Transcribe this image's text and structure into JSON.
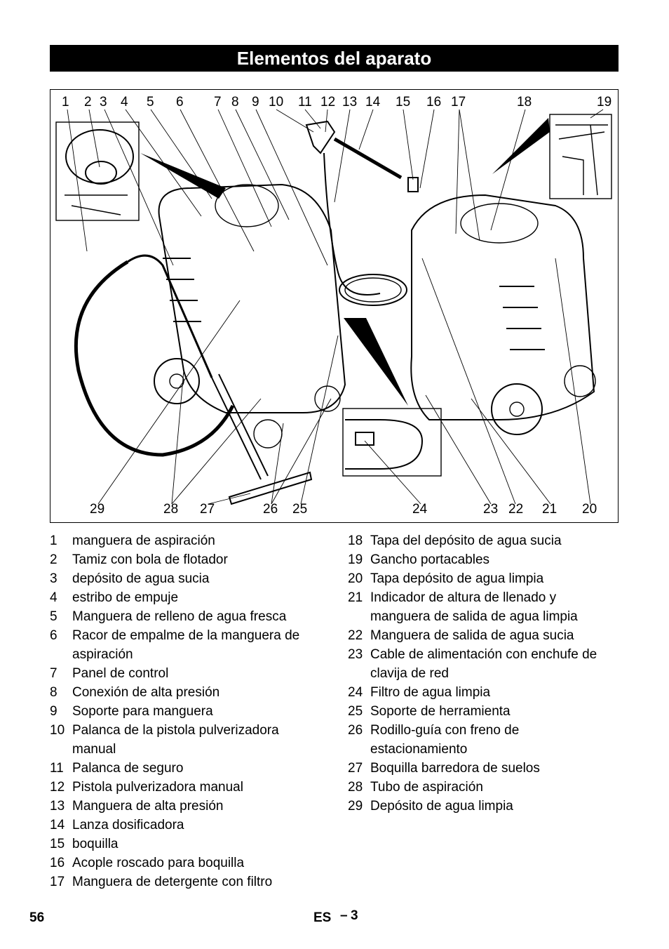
{
  "header": {
    "title": "Elementos del aparato"
  },
  "figure": {
    "top_labels": [
      "1",
      "2",
      "3",
      "4",
      "5",
      "6",
      "7",
      "8",
      "9",
      "10",
      "11",
      "12",
      "13",
      "14",
      "15",
      "16",
      "17",
      "18",
      "19"
    ],
    "bottom_labels": [
      "29",
      "28",
      "27",
      "26",
      "25",
      "24",
      "23",
      "22",
      "21",
      "20"
    ]
  },
  "parts_left": [
    {
      "num": "1",
      "text": "manguera de aspiración"
    },
    {
      "num": "2",
      "text": "Tamiz con bola de flotador"
    },
    {
      "num": "3",
      "text": "depósito de agua sucia"
    },
    {
      "num": "4",
      "text": "estribo de empuje"
    },
    {
      "num": "5",
      "text": "Manguera de relleno de agua fresca"
    },
    {
      "num": "6",
      "text": "Racor de empalme de la manguera de aspiración"
    },
    {
      "num": "7",
      "text": "Panel de control"
    },
    {
      "num": "8",
      "text": "Conexión de alta presión"
    },
    {
      "num": "9",
      "text": "Soporte para manguera"
    },
    {
      "num": "10",
      "text": "Palanca de la pistola pulverizadora manual"
    },
    {
      "num": "11",
      "text": "Palanca de seguro"
    },
    {
      "num": "12",
      "text": "Pistola pulverizadora manual"
    },
    {
      "num": "13",
      "text": "Manguera de alta presión"
    },
    {
      "num": "14",
      "text": "Lanza dosificadora"
    },
    {
      "num": "15",
      "text": "boquilla"
    },
    {
      "num": "16",
      "text": "Acople roscado para boquilla"
    },
    {
      "num": "17",
      "text": "Manguera de detergente con filtro"
    }
  ],
  "parts_right": [
    {
      "num": "18",
      "text": "Tapa del depósito de agua sucia"
    },
    {
      "num": "19",
      "text": "Gancho portacables"
    },
    {
      "num": "20",
      "text": "Tapa depósito de agua limpia"
    },
    {
      "num": "21",
      "text": "Indicador de altura de llenado y manguera de salida de agua limpia"
    },
    {
      "num": "22",
      "text": "Manguera de salida de agua sucia"
    },
    {
      "num": "23",
      "text": "Cable de alimentación con enchufe de clavija de red"
    },
    {
      "num": "24",
      "text": "Filtro de agua limpia"
    },
    {
      "num": "25",
      "text": "Soporte de herramienta"
    },
    {
      "num": "26",
      "text": "Rodillo-guía con freno de estacionamiento"
    },
    {
      "num": "27",
      "text": "Boquilla barredora de suelos"
    },
    {
      "num": "28",
      "text": "Tubo de aspiración"
    },
    {
      "num": "29",
      "text": "Depósito de agua limpia"
    }
  ],
  "footer": {
    "page_number": "56",
    "language": "ES",
    "separator": "–",
    "page_ref": "3"
  }
}
